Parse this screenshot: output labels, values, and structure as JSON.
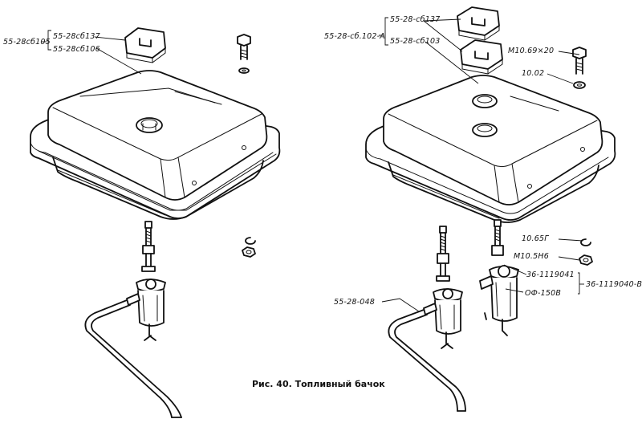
{
  "caption": "Рис. 40. Топливный бачок",
  "left_labels": {
    "group": "55-28сб105",
    "item_1": "55-28сб137",
    "item_2": "55-28сб106"
  },
  "right_labels": {
    "group": "55-28-сб.102-А",
    "item_1": "55-28-сб137",
    "item_2": "55-28-сб103",
    "bolt": "М10.69×20",
    "washer": "10.02",
    "lock_washer": "10.65Г",
    "nut": "М10.5Н6",
    "fitting": "36-1119041",
    "filter_assembly": "36-1119040-В",
    "filter": "ОФ-150В",
    "hose": "55-28-048"
  }
}
